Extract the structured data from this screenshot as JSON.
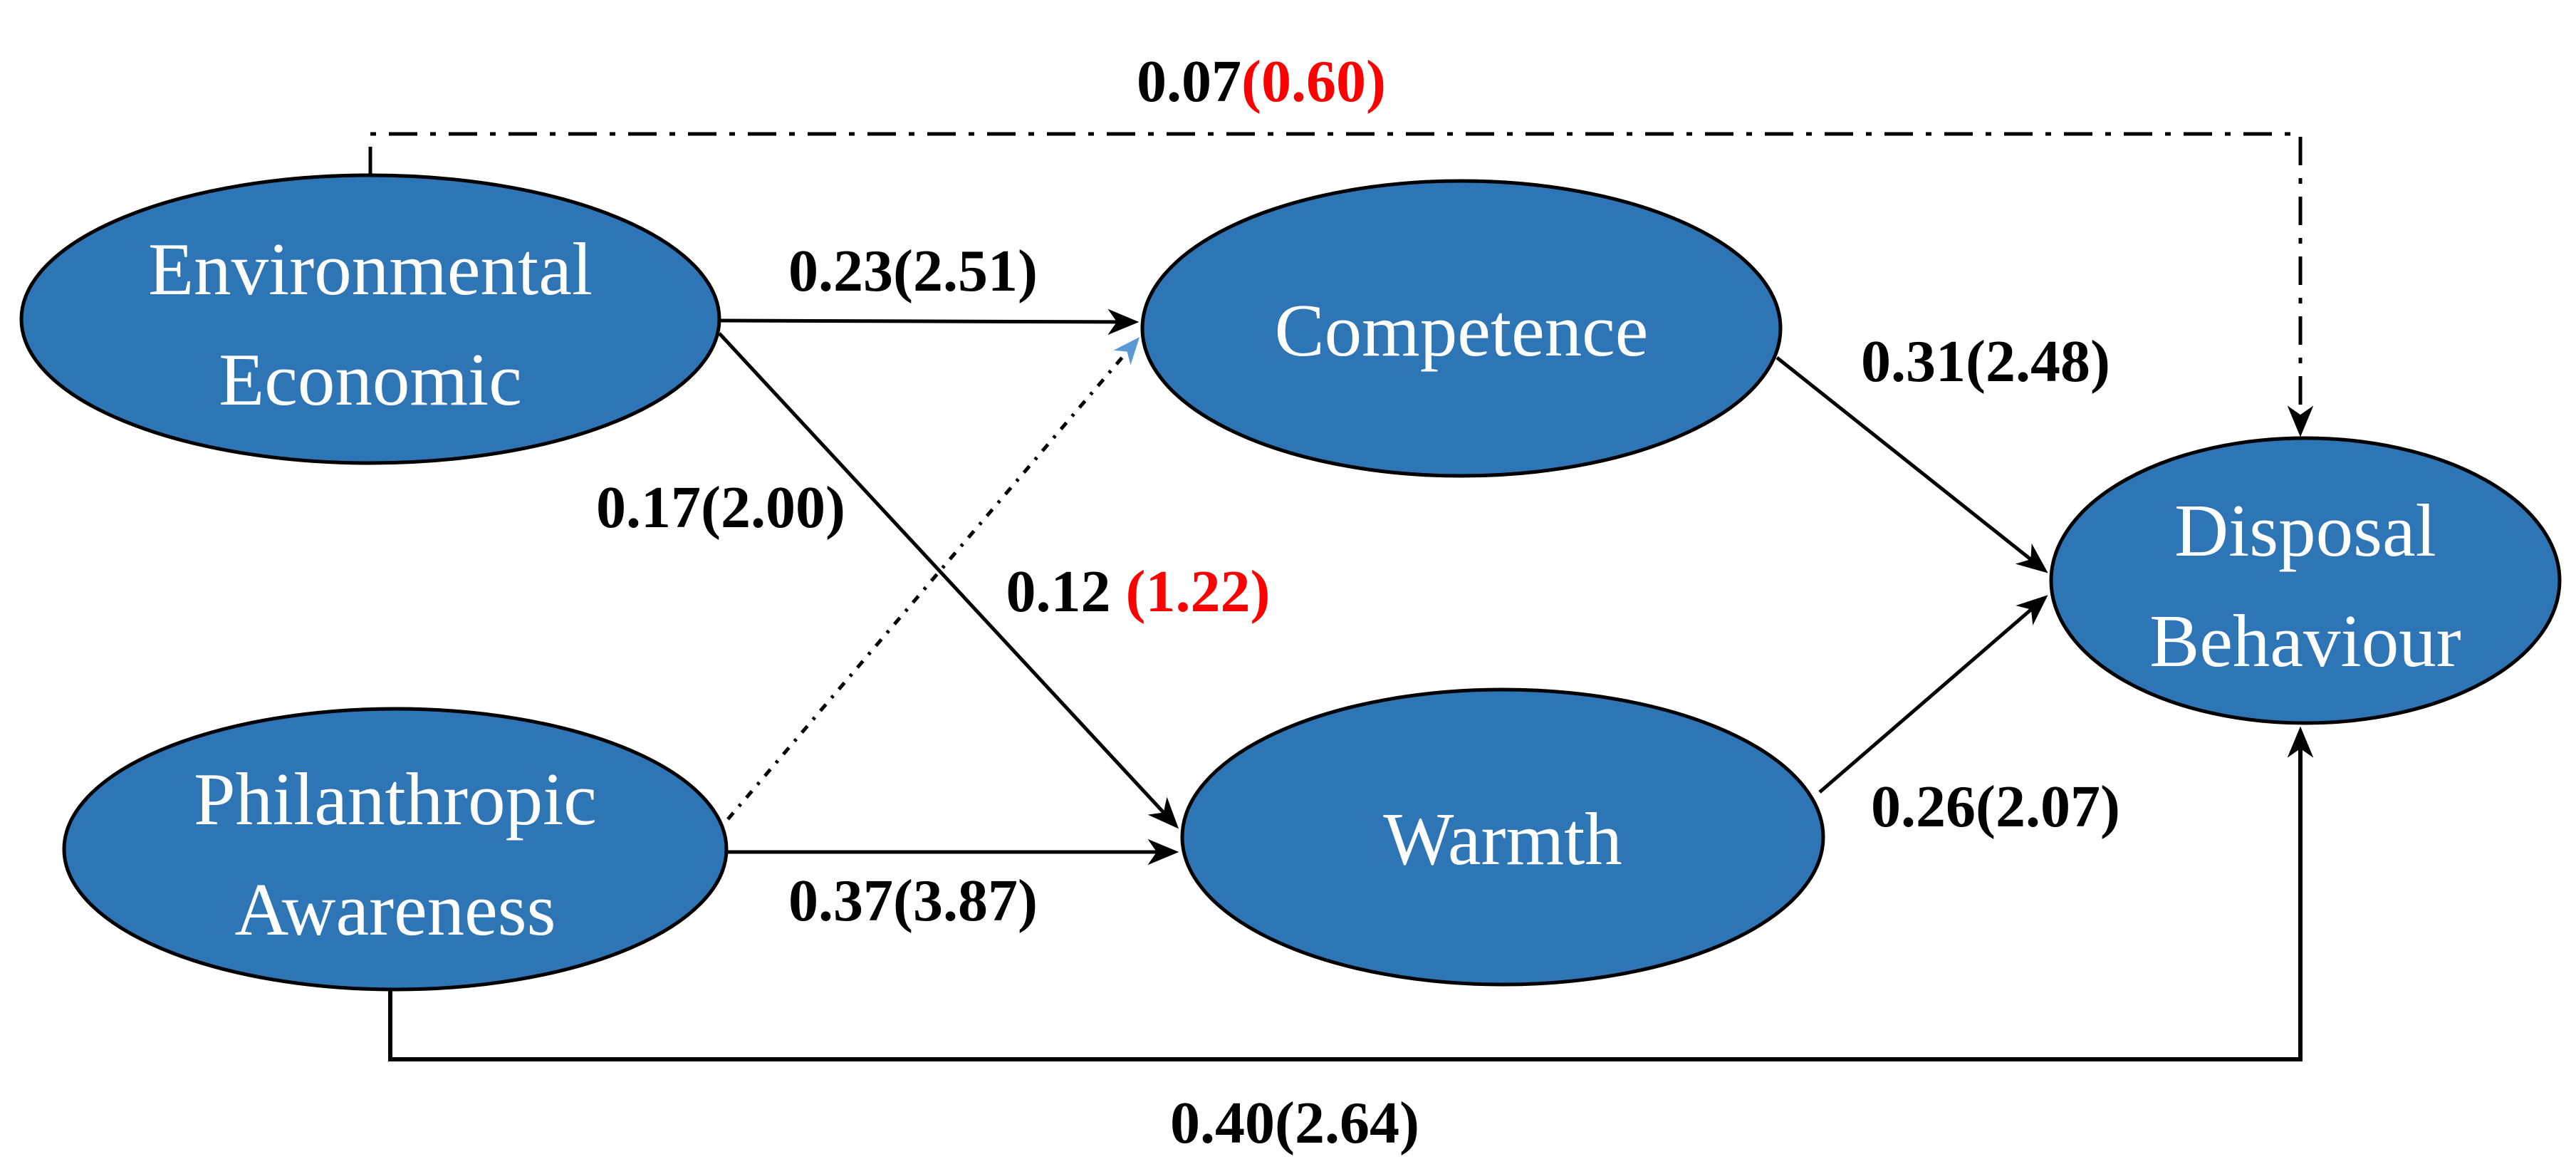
{
  "figure": {
    "background": "#ffffff",
    "nodes": {
      "environmental_economic": {
        "line1": "Environmental",
        "line2": "Economic"
      },
      "philanthropic_awareness": {
        "line1": "Philanthropic",
        "line2": "Awareness"
      },
      "competence": {
        "label": "Competence"
      },
      "warmth": {
        "label": "Warmth"
      },
      "disposal_behaviour": {
        "line1": "Disposal",
        "line2": "Behaviour"
      }
    },
    "edges": {
      "ee_to_competence": {
        "label": "0.23(2.51)"
      },
      "ee_to_warmth": {
        "label": "0.17(2.00)"
      },
      "pa_to_competence": {
        "coef": "0.12 ",
        "tvalue": "(1.22)"
      },
      "pa_to_warmth": {
        "label": "0.37(3.87)"
      },
      "competence_to_disposal": {
        "label": "0.31(2.48)"
      },
      "warmth_to_disposal": {
        "label": "0.26(2.07)"
      },
      "ee_to_disposal": {
        "coef": "0.07",
        "tvalue": "(0.60)"
      },
      "pa_to_disposal": {
        "label": "0.40(2.64)"
      }
    },
    "colors": {
      "node_fill": "#2E75B6",
      "node_stroke": "#000000",
      "edge_stroke": "#000000",
      "label_color": "#000000",
      "nonsignificant_color": "#FF0000",
      "node_text": "#FFFFFF",
      "moderation_edge": "#5B9BD5"
    }
  }
}
